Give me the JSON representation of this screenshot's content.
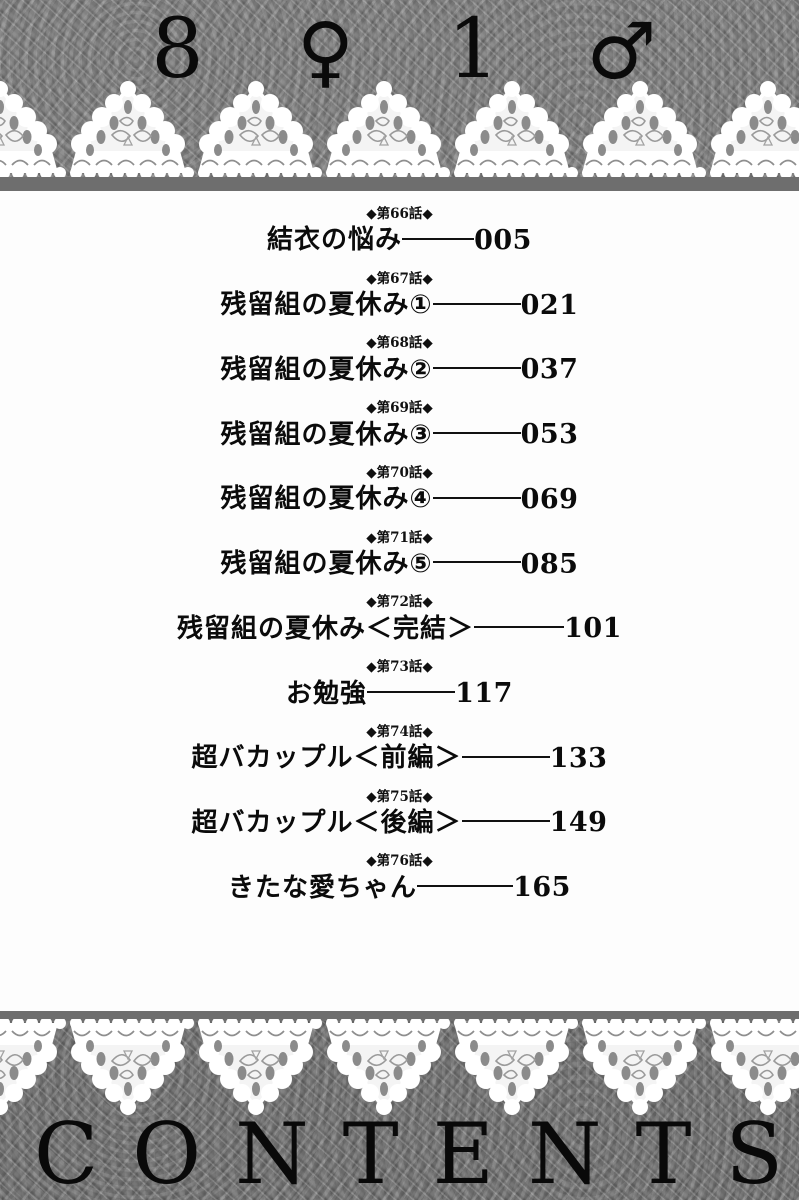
{
  "header": {
    "title_text": "8♀1♂",
    "glyphs": [
      {
        "type": "number",
        "char": "8"
      },
      {
        "type": "symbol",
        "char": "♀",
        "icon": "female-symbol-icon"
      },
      {
        "type": "number",
        "char": "1"
      },
      {
        "type": "symbol",
        "char": "♂",
        "icon": "male-symbol-icon"
      }
    ]
  },
  "footer": {
    "contents_label": "CONTENTS"
  },
  "decor": {
    "lace_trim_name": "lace-trim",
    "band_color": "#838383",
    "band_color_bottom": "#757575",
    "base_strip_color": "#6e6e6e",
    "ink_color": "#0b0b0b"
  },
  "toc": {
    "entries": [
      {
        "chapter": "◆第66話◆",
        "title": "結衣の悩み",
        "leader_width": 72,
        "page": "005"
      },
      {
        "chapter": "◆第67話◆",
        "title": "残留組の夏休み①",
        "leader_width": 88,
        "page": "021"
      },
      {
        "chapter": "◆第68話◆",
        "title": "残留組の夏休み②",
        "leader_width": 88,
        "page": "037"
      },
      {
        "chapter": "◆第69話◆",
        "title": "残留組の夏休み③",
        "leader_width": 88,
        "page": "053"
      },
      {
        "chapter": "◆第70話◆",
        "title": "残留組の夏休み④",
        "leader_width": 88,
        "page": "069"
      },
      {
        "chapter": "◆第71話◆",
        "title": "残留組の夏休み⑤",
        "leader_width": 88,
        "page": "085"
      },
      {
        "chapter": "◆第72話◆",
        "title": "残留組の夏休み＜完結＞",
        "leader_width": 90,
        "page": "101"
      },
      {
        "chapter": "◆第73話◆",
        "title": "お勉強",
        "leader_width": 88,
        "page": "117"
      },
      {
        "chapter": "◆第74話◆",
        "title": "超バカップル＜前編＞",
        "leader_width": 88,
        "page": "133"
      },
      {
        "chapter": "◆第75話◆",
        "title": "超バカップル＜後編＞",
        "leader_width": 88,
        "page": "149"
      },
      {
        "chapter": "◆第76話◆",
        "title": "きたな愛ちゃん",
        "leader_width": 96,
        "page": "165"
      }
    ]
  }
}
